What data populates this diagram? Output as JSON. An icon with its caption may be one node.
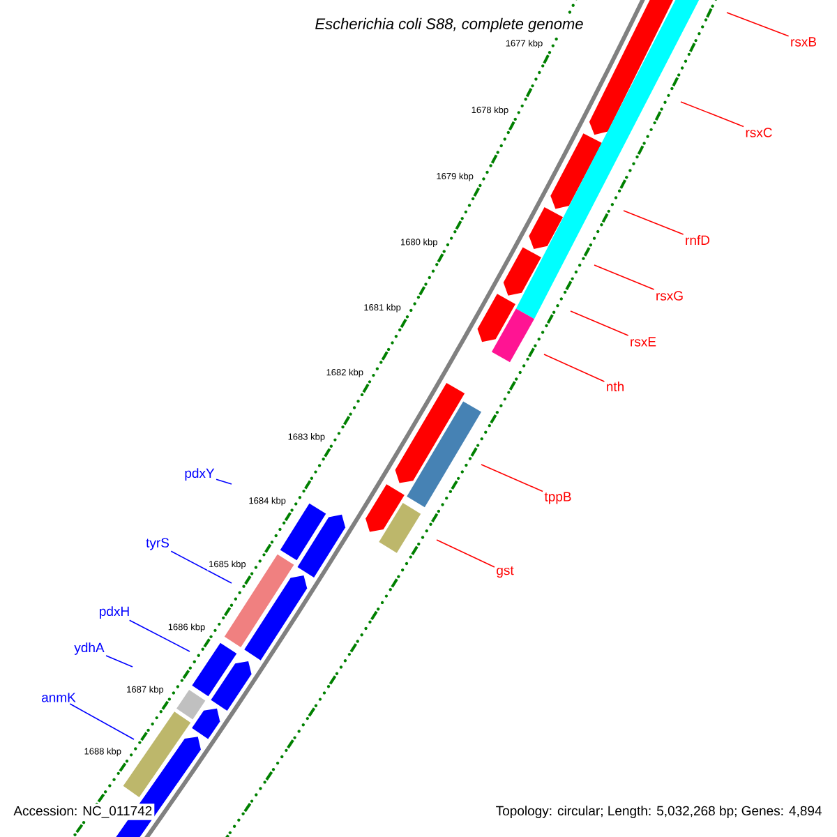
{
  "diagram": {
    "title": "Escherichia coli S88, complete genome",
    "nodes": [
      {
        "text": [
          "rsxB"
        ]
      },
      {
        "text": [
          "rsxC"
        ]
      },
      {
        "text": [
          "rnfD"
        ]
      },
      {
        "text": [
          "rsxG"
        ]
      },
      {
        "text": [
          "rsxE"
        ]
      },
      {
        "text": [
          "nth"
        ]
      },
      {
        "text": [
          "tppB"
        ]
      },
      {
        "text": [
          "gst"
        ]
      },
      {
        "text": [
          "pdxY"
        ]
      },
      {
        "text": [
          "tyrS"
        ]
      },
      {
        "text": [
          "pdxH"
        ]
      },
      {
        "text": [
          "ydhA"
        ]
      },
      {
        "text": [
          "anmK"
        ]
      }
    ],
    "edges": [
      {
        "from": 0,
        "to": null,
        "arrow": "none"
      },
      {
        "from": 1,
        "to": null,
        "arrow": "none"
      },
      {
        "from": 2,
        "to": null,
        "arrow": "none"
      },
      {
        "from": 3,
        "to": null,
        "arrow": "none"
      },
      {
        "from": 4,
        "to": null,
        "arrow": "none"
      },
      {
        "from": 5,
        "to": null,
        "arrow": "none"
      },
      {
        "from": 6,
        "to": null,
        "arrow": "none"
      },
      {
        "from": 7,
        "to": null,
        "arrow": "none"
      },
      {
        "from": 8,
        "to": null,
        "arrow": "none",
        "color": "#0000ff"
      },
      {
        "from": 9,
        "to": null,
        "arrow": "none",
        "color": "#0000ff"
      },
      {
        "from": 10,
        "to": null,
        "arrow": "none",
        "color": "#0000ff"
      },
      {
        "from": 11,
        "to": null,
        "arrow": "none",
        "color": "#0000ff"
      },
      {
        "from": 12,
        "to": null,
        "arrow": "none",
        "color": "#0000ff"
      }
    ],
    "labels": [
      "1677 kbp",
      "1678 kbp",
      "1679 kbp",
      "1680 kbp",
      "1681 kbp",
      "1682 kbp",
      "1683 kbp",
      "1684 kbp",
      "1685 kbp",
      "1686 kbp",
      "1687 kbp",
      "1688 kbp",
      "Accession: NC_011742",
      "Topology: circular; Length: 5,032,268 bp; Genes: 4,894"
    ]
  }
}
